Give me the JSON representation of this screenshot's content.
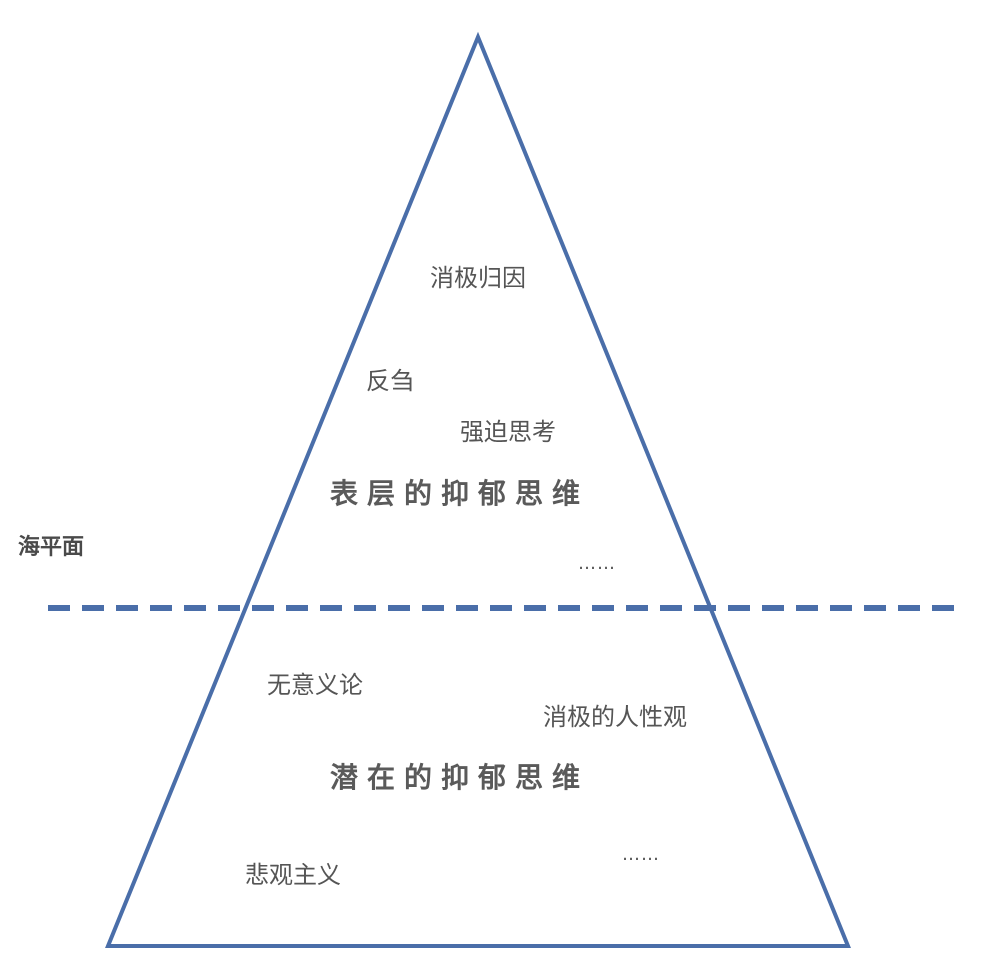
{
  "colors": {
    "outline": "#4a6ea9",
    "text": "#555555"
  },
  "sea_level": {
    "label": "海平面"
  },
  "surface": {
    "items": [
      "消极归因",
      "反刍",
      "强迫思考"
    ],
    "heading": "表层的抑郁思维",
    "ellipsis": "……"
  },
  "latent": {
    "items": [
      "无意义论",
      "消极的人性观",
      "悲观主义"
    ],
    "heading": "潜在的抑郁思维",
    "ellipsis": "……"
  }
}
